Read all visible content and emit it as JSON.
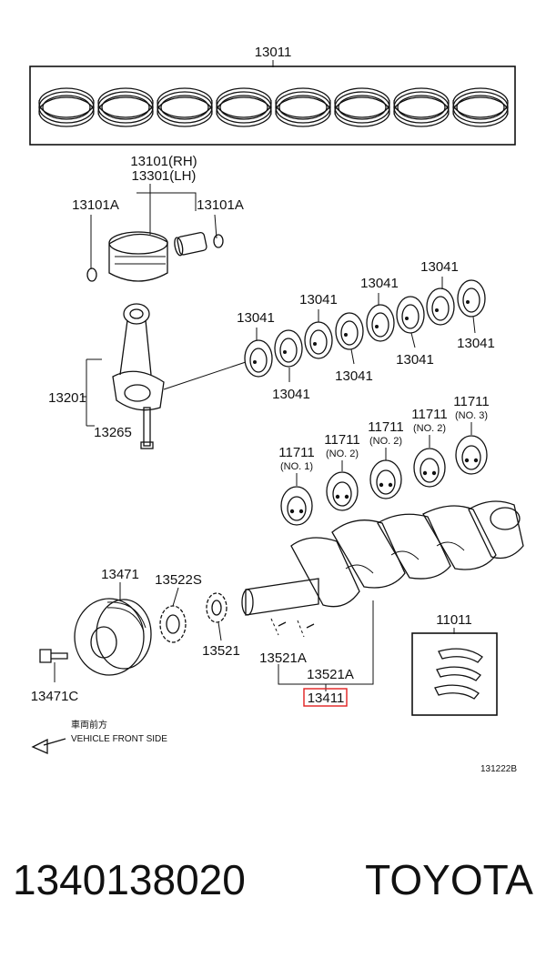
{
  "diagram": {
    "labels": {
      "rings": "13011",
      "piston_rh": "13101(RH)",
      "piston_lh": "13301(LH)",
      "snap_ring_left": "13101A",
      "snap_ring_right": "13101A",
      "conrod": "13201",
      "conrod_bolt": "13265",
      "rb1": "13041",
      "rb2": "13041",
      "rb3": "13041",
      "rb4": "13041",
      "rb5": "13041",
      "rb6": "13041",
      "rb7": "13041",
      "rb8": "13041",
      "mb1": "11711",
      "mb1_no": "(NO. 1)",
      "mb2": "11711",
      "mb2_no": "(NO. 2)",
      "mb3": "11711",
      "mb3_no": "(NO. 2)",
      "mb4": "11711",
      "mb4_no": "(NO. 2)",
      "mb5": "11711",
      "mb5_no": "(NO. 3)",
      "pulley": "13471",
      "pulley_bolt": "13471C",
      "gear1": "13522S",
      "gear2": "13521",
      "key1": "13521A",
      "key2": "13521A",
      "crank": "13411",
      "thrust": "11011",
      "direction_jp": "車両前方",
      "direction_en": "VEHICLE FRONT SIDE",
      "ref": "131222B"
    },
    "highlight_color": "#e02020"
  },
  "footer": {
    "part_number": "1340138020",
    "brand": "TOYOTA"
  }
}
